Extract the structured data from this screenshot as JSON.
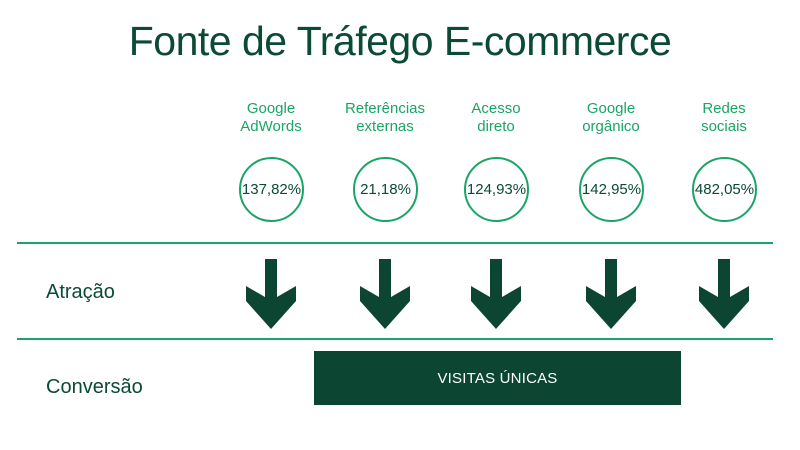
{
  "title": "Fonte de Tráfego E-commerce",
  "sources": [
    {
      "label": "Google\nAdWords",
      "value": "137,82%"
    },
    {
      "label": "Referências\nexternas",
      "value": "21,18%"
    },
    {
      "label": "Acesso\ndireto",
      "value": "124,93%"
    },
    {
      "label": "Google\norgânico",
      "value": "142,95%"
    },
    {
      "label": "Redes\nsociais",
      "value": "482,05%"
    }
  ],
  "rows": {
    "attraction": "Atração",
    "conversion": "Conversão"
  },
  "conversion_box": "VISITAS ÚNICAS",
  "colors": {
    "dark_green": "#0d4533",
    "accent_green": "#1aa466"
  }
}
